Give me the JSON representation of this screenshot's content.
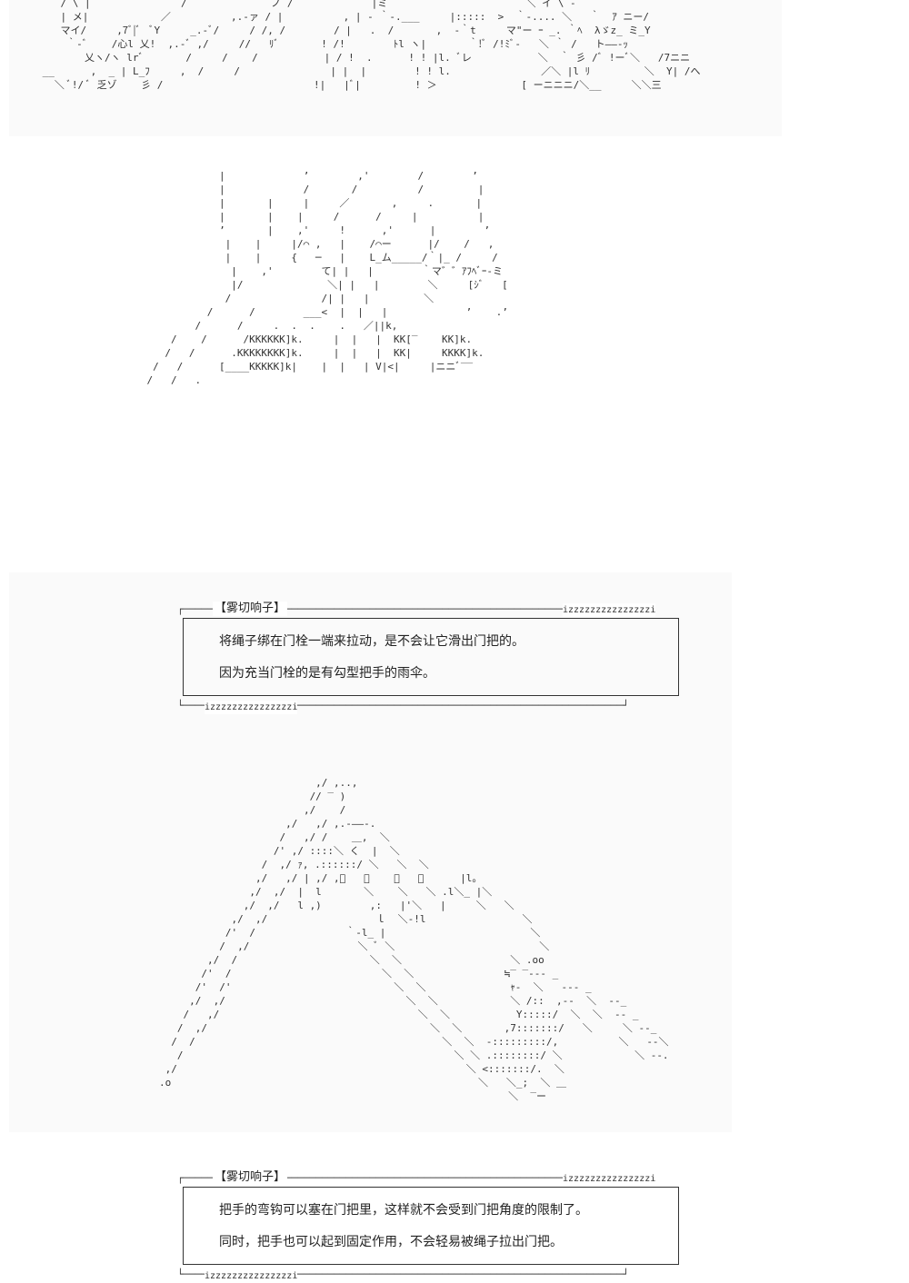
{
  "panels": [
    {
      "speaker": "【雾切响子】",
      "top_decoration": "izzzzzzzzzzzzzzzi",
      "bottom_decoration": "izzzzzzzzzzzzzzzi",
      "lines": [
        "将绳子绑在门栓一端来拉动，是不会让它滑出门把的。",
        "因为充当门栓的是有勾型把手的雨伞。"
      ]
    },
    {
      "speaker": "【雾切响子】",
      "top_decoration": "izzzzzzzzzzzzzzzi",
      "bottom_decoration": "izzzzzzzzzzzzzzzi",
      "lines": [
        "把手的弯钩可以塞在门把里，这样就不会受到门把角度的限制了。",
        "同时，把手也可以起到固定作用，不会轻易被绳子拉出门把。"
      ]
    }
  ]
}
